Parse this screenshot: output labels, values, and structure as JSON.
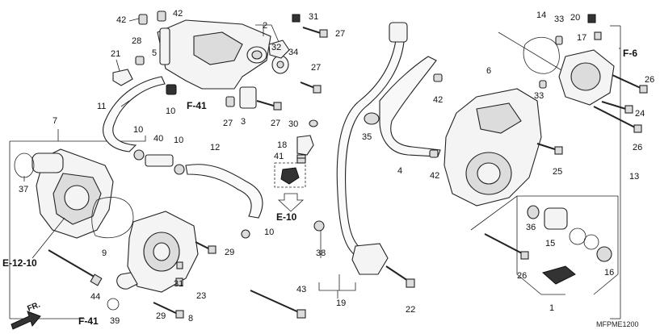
{
  "part_labels": {
    "p1": "1",
    "p2": "2",
    "p3": "3",
    "p4": "4",
    "p5": "5",
    "p6": "6",
    "p7": "7",
    "p8": "8",
    "p9": "9",
    "p10a": "10",
    "p10b": "10",
    "p10c": "10",
    "p10d": "10",
    "p11": "11",
    "p12": "12",
    "p13": "13",
    "p14": "14",
    "p15": "15",
    "p16": "16",
    "p17": "17",
    "p18": "18",
    "p19": "19",
    "p20": "20",
    "p21": "21",
    "p22": "22",
    "p23": "23",
    "p24": "24",
    "p25": "25",
    "p26a": "26",
    "p26b": "26",
    "p26c": "26",
    "p27a": "27",
    "p27b": "27",
    "p27c": "27",
    "p27d": "27",
    "p28": "28",
    "p29a": "29",
    "p29b": "29",
    "p30": "30",
    "p31a": "31",
    "p31b": "31",
    "p32": "32",
    "p33a": "33",
    "p33b": "33",
    "p34": "34",
    "p35": "35",
    "p36": "36",
    "p37": "37",
    "p38": "38",
    "p39": "39",
    "p40": "40",
    "p41": "41",
    "p42a": "42",
    "p42b": "42",
    "p42c": "42",
    "p42d": "42",
    "p43": "43",
    "p44": "44"
  },
  "reference_labels": {
    "f41_top": "F-41",
    "f41_bottom": "F-41",
    "f6": "F-6",
    "e10": "E-10",
    "e1210": "E-12-10",
    "fr": "FR."
  },
  "diagram_code": "MFPME1200"
}
